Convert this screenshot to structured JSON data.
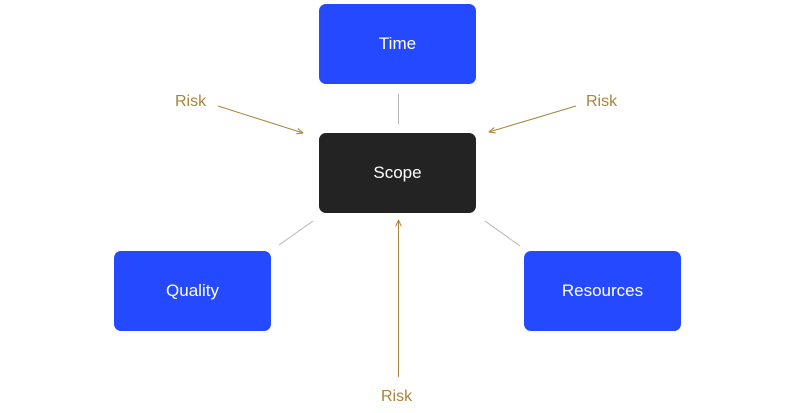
{
  "nodes": {
    "time": "Time",
    "scope": "Scope",
    "quality": "Quality",
    "resources": "Resources"
  },
  "risks": {
    "left": "Risk",
    "right": "Risk",
    "bottom": "Risk"
  },
  "colors": {
    "node_blue": "#2449ff",
    "node_center": "#232323",
    "risk": "#a8843a",
    "connector": "#b5b5b5"
  }
}
